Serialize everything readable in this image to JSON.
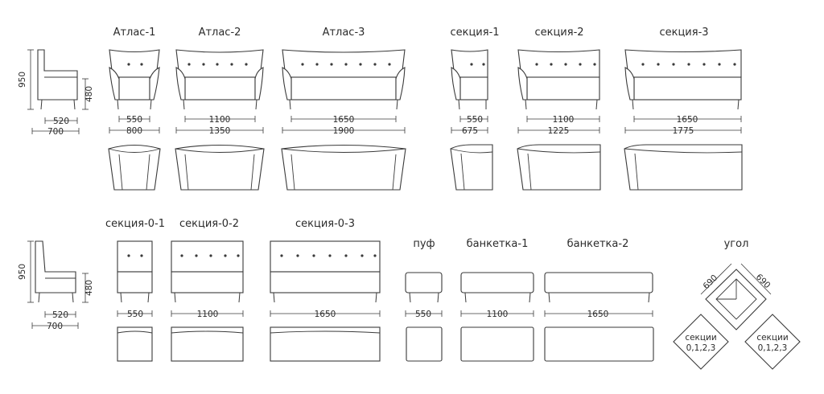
{
  "row1": {
    "side": {
      "height": "950",
      "seat_height": "480",
      "seat_depth": "520",
      "depth": "700"
    },
    "models": [
      {
        "name": "Атлас-1",
        "inner": "550",
        "outer": "800"
      },
      {
        "name": "Атлас-2",
        "inner": "1100",
        "outer": "1350"
      },
      {
        "name": "Атлас-3",
        "inner": "1650",
        "outer": "1900"
      },
      {
        "name": "секция-1",
        "inner": "550",
        "outer": "675"
      },
      {
        "name": "секция-2",
        "inner": "1100",
        "outer": "1225"
      },
      {
        "name": "секция-3",
        "inner": "1650",
        "outer": "1775"
      }
    ]
  },
  "row2": {
    "side": {
      "height": "950",
      "seat_height": "480",
      "seat_depth": "520",
      "depth": "700"
    },
    "models": [
      {
        "name": "секция-0-1",
        "width": "550"
      },
      {
        "name": "секция-0-2",
        "width": "1100"
      },
      {
        "name": "секция-0-3",
        "width": "1650"
      },
      {
        "name": "пуф",
        "width": "550"
      },
      {
        "name": "банкетка-1",
        "width": "1100"
      },
      {
        "name": "банкетка-2",
        "width": "1650"
      }
    ],
    "corner": {
      "name": "угол",
      "dim_left": "690",
      "dim_right": "690",
      "left_tag_line1": "секции",
      "left_tag_line2": "0,1,2,3",
      "right_tag_line1": "секции",
      "right_tag_line2": "0,1,2,3"
    }
  }
}
